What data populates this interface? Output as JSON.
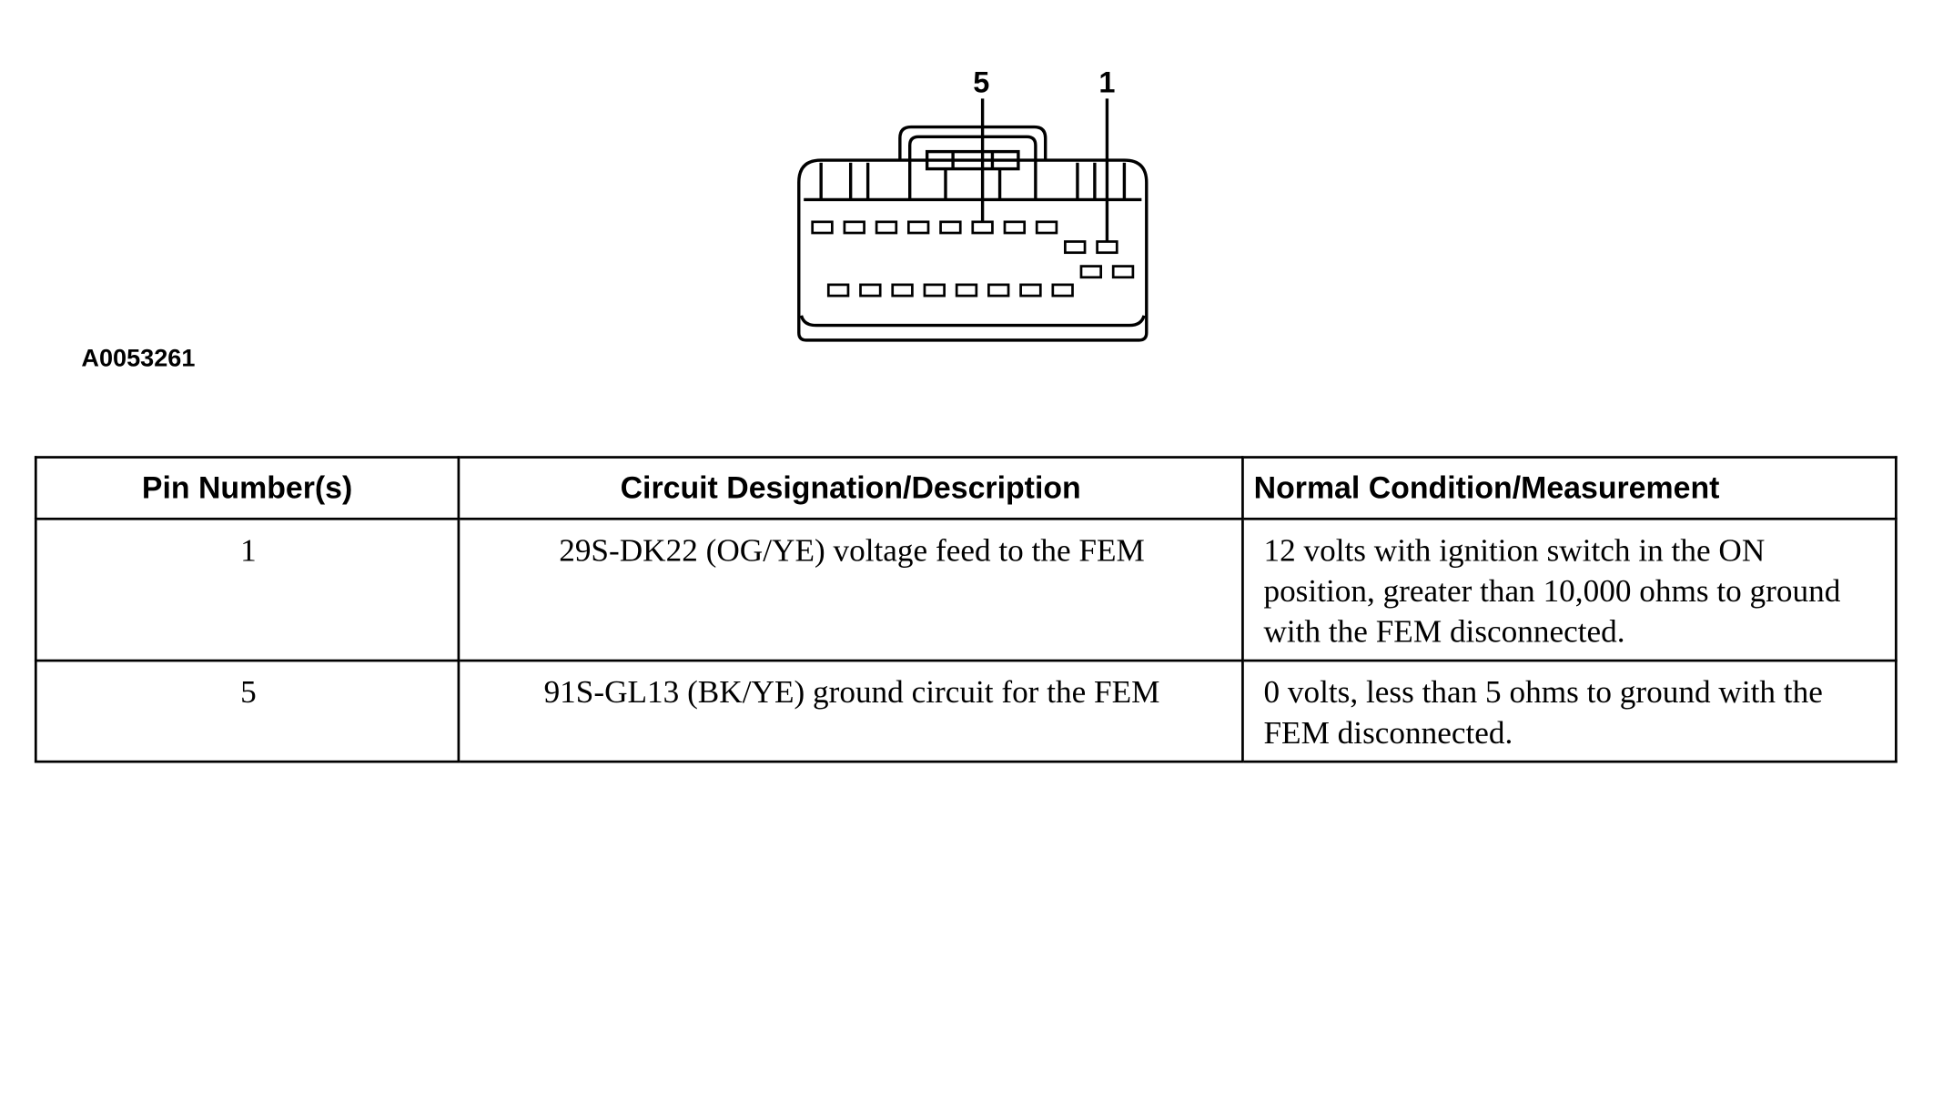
{
  "diagram": {
    "callouts": [
      "5",
      "1"
    ],
    "figure_id": "A0053261"
  },
  "table": {
    "headers": [
      "Pin Number(s)",
      "Circuit Designation/Description",
      "Normal Condition/Measurement"
    ],
    "rows": [
      {
        "pin": "1",
        "circuit": "29S-DK22 (OG/YE) voltage feed to the FEM",
        "condition": "12 volts with ignition switch in the ON position, greater than 10,000 ohms to ground with the FEM disconnected."
      },
      {
        "pin": "5",
        "circuit": "91S-GL13 (BK/YE) ground circuit for the FEM",
        "condition": "0 volts, less than 5 ohms to ground with the FEM disconnected."
      }
    ]
  }
}
